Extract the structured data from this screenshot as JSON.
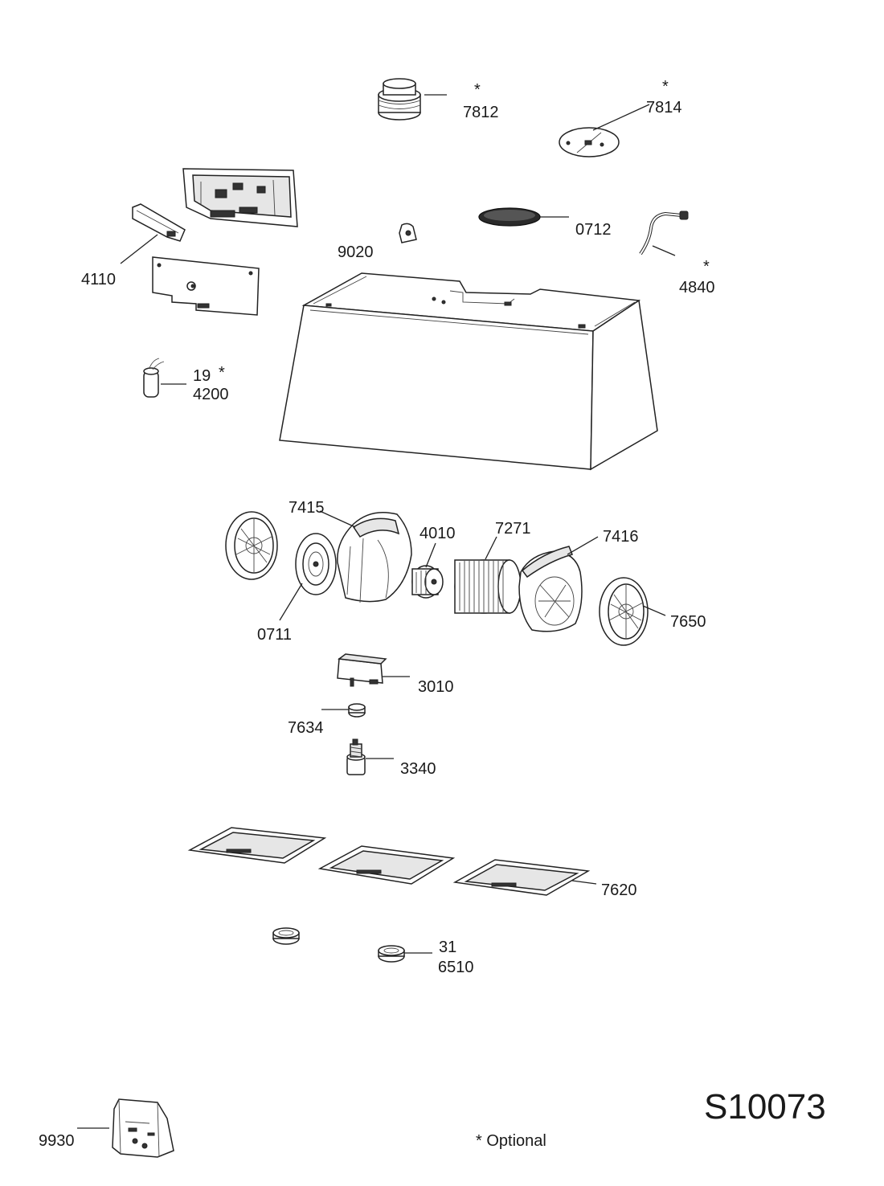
{
  "diagram": {
    "model_code": "S10073",
    "footnote": "* Optional",
    "parts": {
      "p7812": {
        "number": "7812",
        "marker": "*"
      },
      "p7814": {
        "number": "7814",
        "marker": "*"
      },
      "p0712": {
        "number": "0712"
      },
      "p9020": {
        "number": "9020"
      },
      "p4110": {
        "number": "4110"
      },
      "p4840": {
        "number": "4840",
        "marker": "*"
      },
      "p19": {
        "number": "19",
        "marker": "*"
      },
      "p4200": {
        "number": "4200"
      },
      "p7415": {
        "number": "7415"
      },
      "p4010": {
        "number": "4010"
      },
      "p7271": {
        "number": "7271"
      },
      "p7416": {
        "number": "7416"
      },
      "p0711": {
        "number": "0711"
      },
      "p7650": {
        "number": "7650"
      },
      "p3010": {
        "number": "3010"
      },
      "p7634": {
        "number": "7634"
      },
      "p3340": {
        "number": "3340"
      },
      "p7620": {
        "number": "7620"
      },
      "p31": {
        "number": "31"
      },
      "p6510": {
        "number": "6510"
      },
      "p9930": {
        "number": "9930"
      }
    }
  }
}
